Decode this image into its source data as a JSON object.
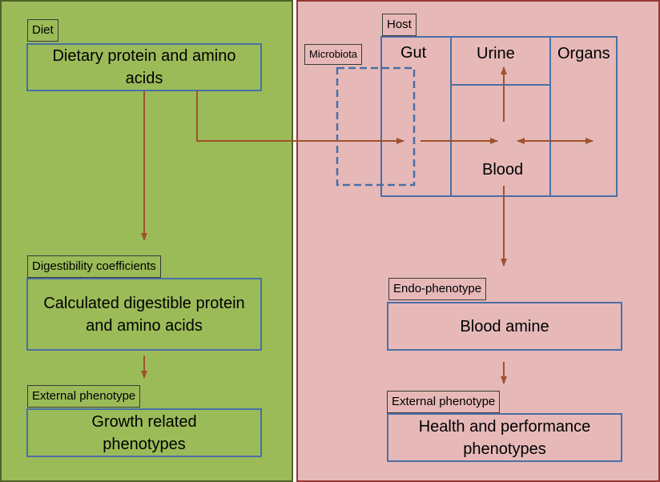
{
  "left": {
    "diet_tag": "Diet",
    "diet_box": "Dietary protein and amino acids",
    "digest_tag": "Digestibility coefficients",
    "digest_box": "Calculated digestible protein and amino acids",
    "ext_tag": "External phenotype",
    "ext_box": "Growth related phenotypes"
  },
  "right": {
    "host_tag": "Host",
    "microbiota_tag": "Microbiota",
    "gut": "Gut",
    "urine": "Urine",
    "organs": "Organs",
    "blood": "Blood",
    "endo_tag": "Endo-phenotype",
    "endo_box": "Blood amine",
    "ext_tag": "External phenotype",
    "ext_box": "Health and performance phenotypes"
  },
  "colors": {
    "left_panel": "#9bbb59",
    "right_panel": "#e6b9b8",
    "box_border": "#4a6fa5",
    "arrow": "#a0522d"
  }
}
